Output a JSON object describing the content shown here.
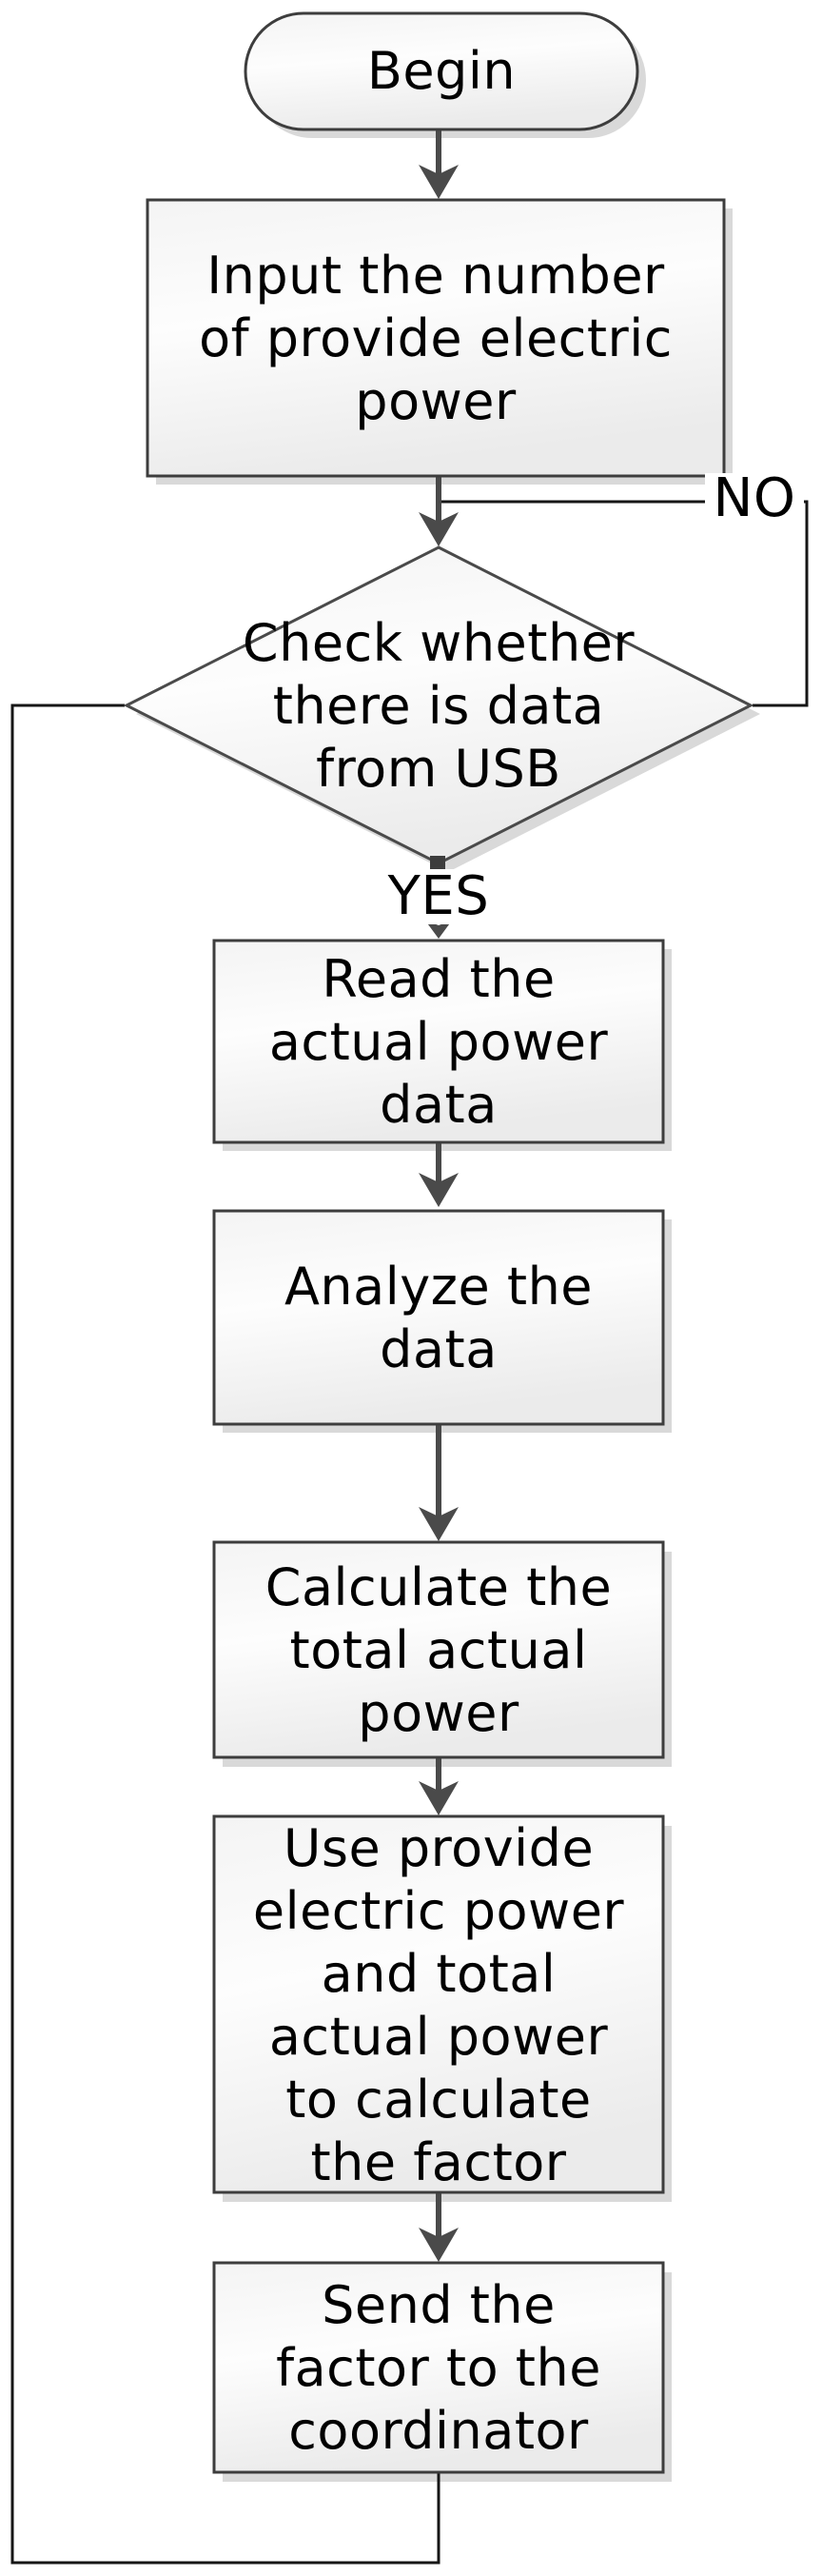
{
  "flowchart": {
    "branch_labels": {
      "yes": "YES",
      "no": "NO"
    },
    "nodes": {
      "begin": {
        "type": "terminator",
        "label": "Begin",
        "lines": [
          "Begin"
        ]
      },
      "input": {
        "type": "process",
        "label": "Input the number of provide electric power",
        "lines": [
          "Input the number",
          "of provide electric",
          "power"
        ]
      },
      "check_usb": {
        "type": "decision",
        "label": "Check whether there is data from USB",
        "lines": [
          "Check whether",
          "there is data",
          "from USB"
        ]
      },
      "read": {
        "type": "process",
        "label": "Read the actual power data",
        "lines": [
          "Read the",
          "actual power",
          "data"
        ]
      },
      "analyze": {
        "type": "process",
        "label": "Analyze the data",
        "lines": [
          "Analyze the",
          "data"
        ]
      },
      "calc_total": {
        "type": "process",
        "label": "Calculate the total actual power",
        "lines": [
          "Calculate the",
          "total actual",
          "power"
        ]
      },
      "calc_factor": {
        "type": "process",
        "label": "Use provide electric power and total actual power to calculate the factor",
        "lines": [
          "Use provide",
          "electric power",
          "and total",
          "actual power",
          "to calculate",
          "the factor"
        ]
      },
      "send": {
        "type": "process",
        "label": "Send the factor to the coordinator",
        "lines": [
          "Send the",
          "factor to the",
          "coordinator"
        ]
      }
    },
    "edges": [
      {
        "from": "begin",
        "to": "input",
        "label": ""
      },
      {
        "from": "input",
        "to": "check_usb",
        "label": ""
      },
      {
        "from": "check_usb",
        "to": "read",
        "label": "YES"
      },
      {
        "from": "check_usb",
        "to": "check_usb",
        "label": "NO"
      },
      {
        "from": "read",
        "to": "analyze",
        "label": ""
      },
      {
        "from": "analyze",
        "to": "calc_total",
        "label": ""
      },
      {
        "from": "calc_total",
        "to": "calc_factor",
        "label": ""
      },
      {
        "from": "calc_factor",
        "to": "send",
        "label": ""
      },
      {
        "from": "send",
        "to": "check_usb",
        "label": ""
      }
    ],
    "colors": {
      "background": "#ffffff",
      "node_fill_light": "#fdfdfd",
      "node_fill_dark": "#ebebeb",
      "node_border": "#3d3d3d",
      "shadow": "#d9d9d9",
      "connector_line": "#161616",
      "arrow": "#4a4a4a",
      "text": "#000000"
    }
  }
}
